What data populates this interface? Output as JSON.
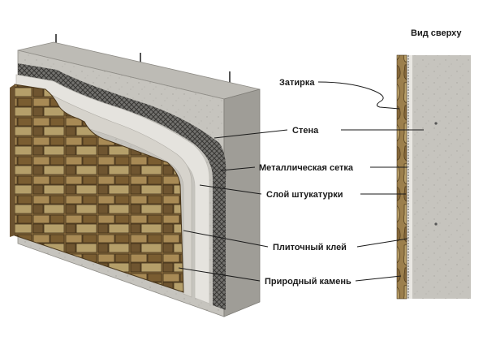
{
  "view_title": "Вид сверху",
  "labels": {
    "grout": "Затирка",
    "wall": "Стена",
    "mesh": "Металлическая сетка",
    "plaster": "Слой штукатурки",
    "tile_adhesive": "Плиточный клей",
    "natural_stone": "Природный камень"
  },
  "colors": {
    "concrete": "#c9c7c1",
    "concrete_dark": "#a9a7a1",
    "plaster": "#e6e4df",
    "stone_base": "#8a6c3e",
    "stone_light": "#b39a66",
    "leader": "#1a1a1a"
  }
}
